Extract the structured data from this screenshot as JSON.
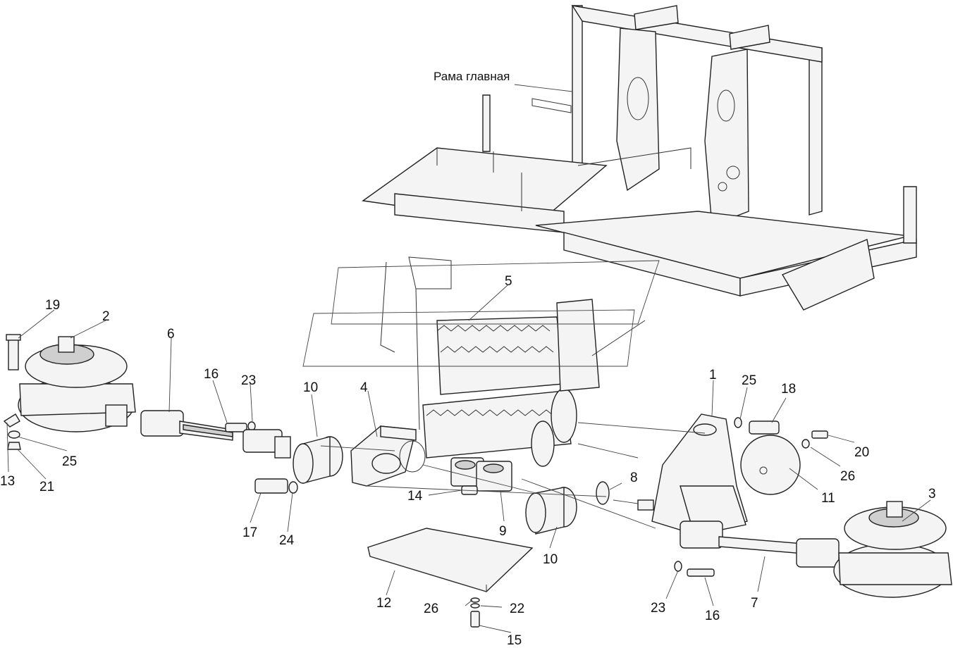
{
  "diagram": {
    "frame_label": "Рама главная",
    "callouts": [
      "19",
      "2",
      "6",
      "16",
      "23",
      "10",
      "4",
      "5",
      "1",
      "25",
      "18",
      "20",
      "26",
      "11",
      "3",
      "13",
      "25",
      "21",
      "17",
      "24",
      "14",
      "9",
      "8",
      "10",
      "7",
      "16",
      "23",
      "12",
      "26",
      "22",
      "15"
    ]
  }
}
